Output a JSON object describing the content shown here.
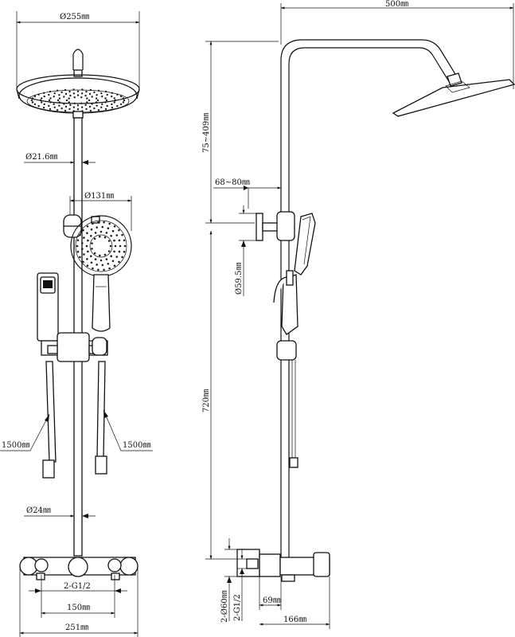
{
  "labels": {
    "head_diameter": "Ø255㎜",
    "pipe_diameter": "Ø21.6㎜",
    "hand_diameter": "Ø131㎜",
    "hose_left": "1500㎜",
    "hose_right": "1500㎜",
    "valve_pipe_diameter": "Ø24㎜",
    "inlet_thread_front": "2-G1/2",
    "inlet_spacing": "150㎜",
    "valve_width": "251㎜",
    "arm_reach": "500㎜",
    "height_range": "75~409㎜",
    "wall_offset": "68~80㎜",
    "flange_diameter": "Ø59.5㎜",
    "rail_height": "720㎜",
    "escutcheon_diameter": "2-Ø60㎜",
    "inlet_thread_side": "2-G1/2",
    "inlet_depth": "69㎜",
    "valve_depth": "166㎜"
  },
  "colors": {
    "line": "#111111",
    "background": "#ffffff"
  }
}
